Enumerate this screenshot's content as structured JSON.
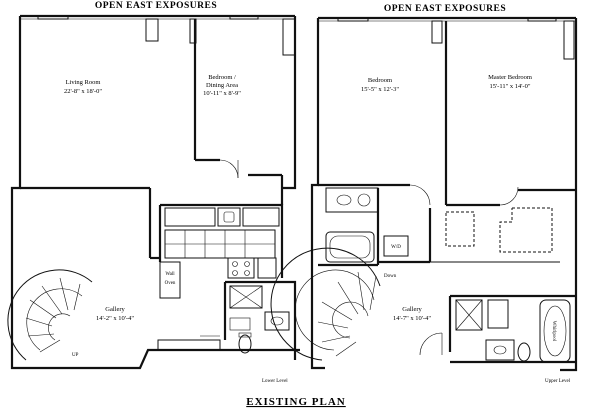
{
  "plan": {
    "left_title": "OPEN EAST EXPOSURES",
    "right_title": "OPEN EAST EXPOSURES",
    "bottom_title": "EXISTING PLAN",
    "left_level": "Lower Level",
    "right_level": "Upper Level"
  },
  "lower": {
    "living_name": "Living Room",
    "living_dim": "22'-8\" x 18'-0\"",
    "dining_name1": "Bedroom /",
    "dining_name2": "Dining Area",
    "dining_dim": "10'-11\" x 8'-9\"",
    "gallery_name": "Gallery",
    "gallery_dim": "14'-2\" x 10'-4\"",
    "wall_label": "Wall",
    "oven_label": "Oven",
    "up_label": "UP"
  },
  "upper": {
    "bedroom_name": "Bedroom",
    "bedroom_dim": "15'-5\" x 12'-3\"",
    "master_name": "Master Bedroom",
    "master_dim": "15'-11\" x 14'-0\"",
    "gallery_name": "Gallery",
    "gallery_dim": "14'-7\" x 10'-4\"",
    "wd_label": "W/D",
    "whirlpool_label": "Whirlpool",
    "down_label": "Down"
  }
}
